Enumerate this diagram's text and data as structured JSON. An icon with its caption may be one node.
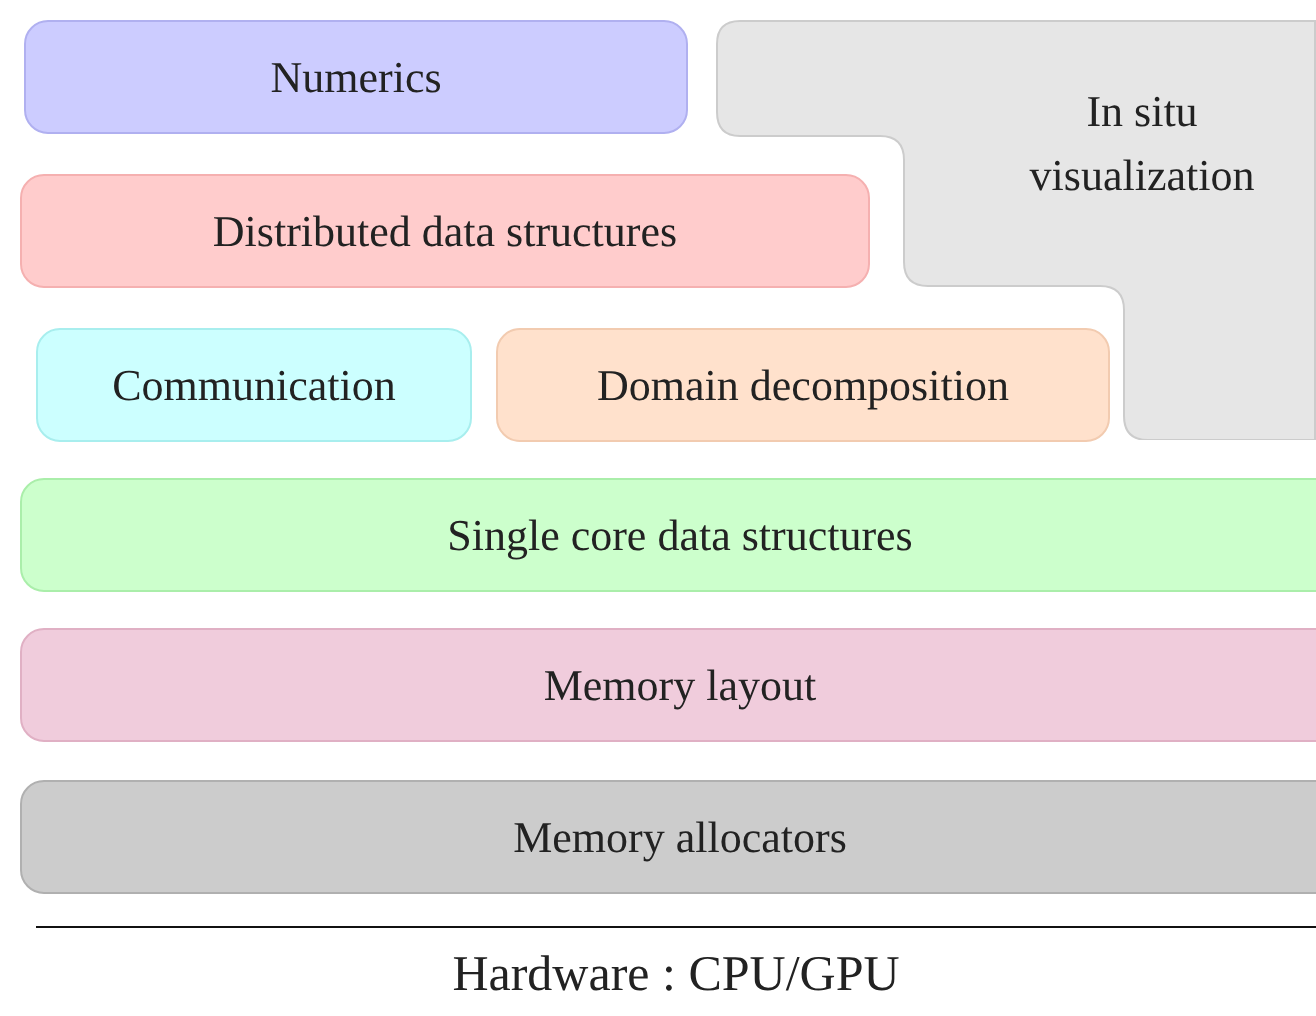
{
  "diagram": {
    "nodes": [
      {
        "text": [
          "Numerics"
        ]
      },
      {
        "text": [
          "In situ visualization"
        ]
      },
      {
        "text": [
          "Distributed data structures"
        ]
      },
      {
        "text": [
          "Communication"
        ]
      },
      {
        "text": [
          "Domain decomposition"
        ]
      },
      {
        "text": [
          "Single core data structures"
        ]
      },
      {
        "text": [
          "Memory layout"
        ]
      },
      {
        "text": [
          "Memory allocators"
        ]
      }
    ],
    "labels": [
      "Hardware : CPU/GPU"
    ]
  }
}
